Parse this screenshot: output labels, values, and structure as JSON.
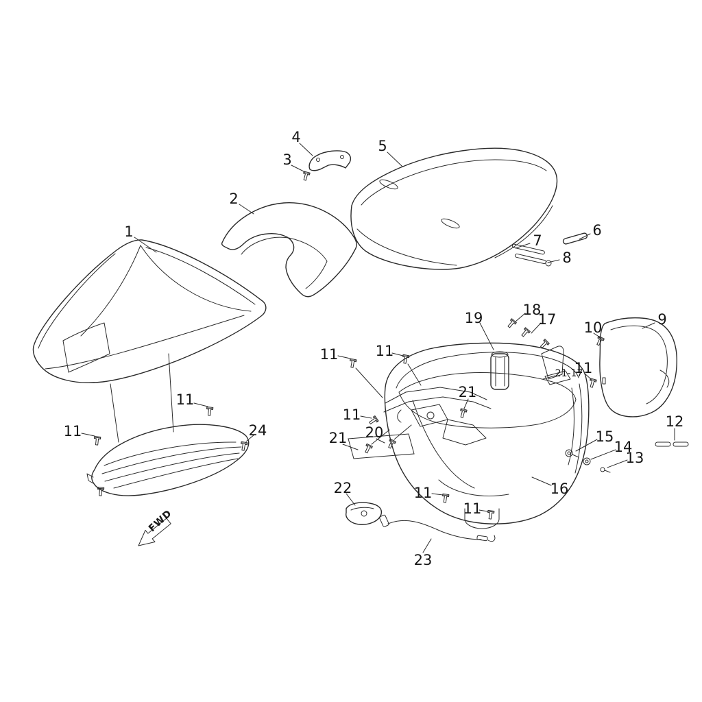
{
  "callouts": [
    {
      "label": "1"
    },
    {
      "label": "2"
    },
    {
      "label": "3"
    },
    {
      "label": "4"
    },
    {
      "label": "5"
    },
    {
      "label": "6"
    },
    {
      "label": "7"
    },
    {
      "label": "8"
    },
    {
      "label": "9"
    },
    {
      "label": "10"
    },
    {
      "label": "11"
    },
    {
      "label": "11"
    },
    {
      "label": "11"
    },
    {
      "label": "11"
    },
    {
      "label": "11"
    },
    {
      "label": "11"
    },
    {
      "label": "11"
    },
    {
      "label": "11"
    },
    {
      "label": "12"
    },
    {
      "label": "13"
    },
    {
      "label": "14"
    },
    {
      "label": "15"
    },
    {
      "label": "16"
    },
    {
      "label": "17"
    },
    {
      "label": "18"
    },
    {
      "label": "19"
    },
    {
      "label": "20"
    },
    {
      "label": "21"
    },
    {
      "label": "21"
    },
    {
      "label": "22"
    },
    {
      "label": "23"
    },
    {
      "label": "24"
    }
  ],
  "annotations": {
    "fwd": "FWD",
    "assembly_ref": "21-17"
  }
}
